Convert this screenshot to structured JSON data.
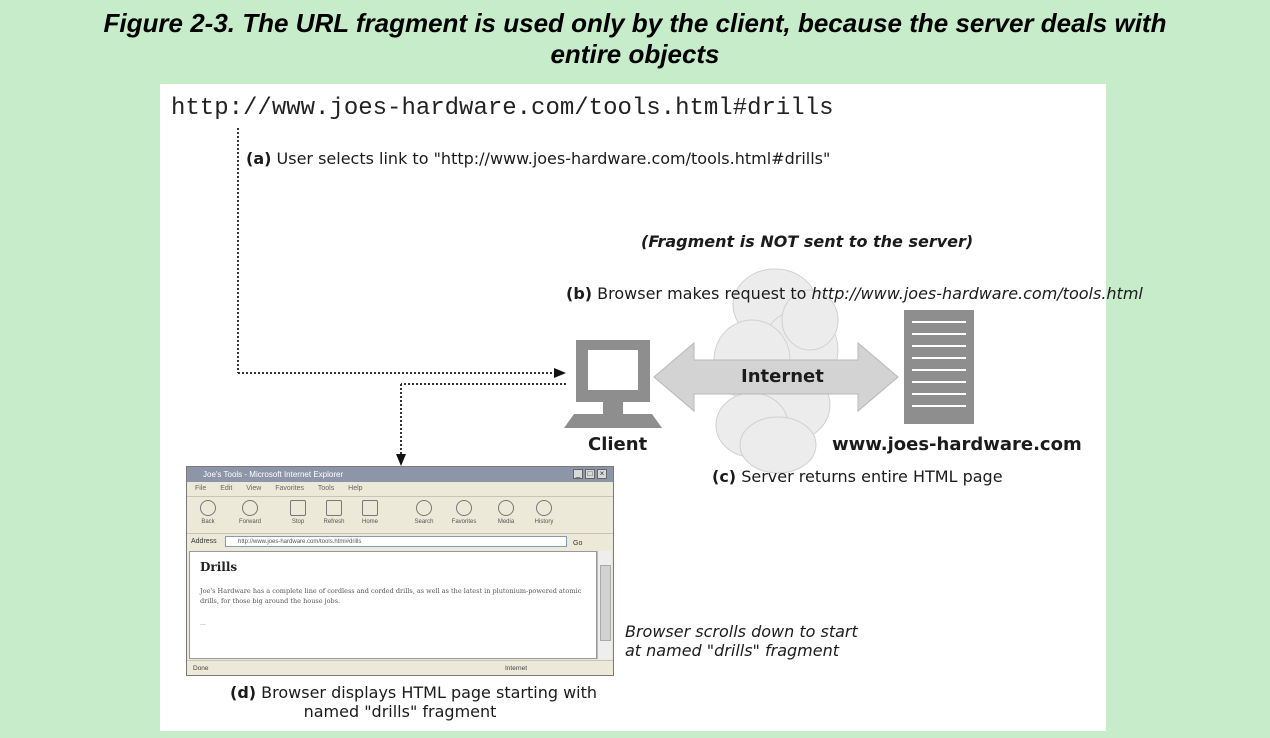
{
  "caption": {
    "line1": "Figure 2-3. The URL fragment is used only by the client, because the server deals with",
    "line2": "entire objects"
  },
  "diagram": {
    "url": "http://www.joes-hardware.com/tools.html#drills",
    "step_a_letter": "(a)",
    "step_a_text": "User selects link to \"http://www.joes-hardware.com/tools.html#drills\"",
    "fragment_note": "(Fragment is NOT sent to the server)",
    "step_b_letter": "(b)",
    "step_b_text": "Browser makes request to",
    "step_b_url": "http://www.joes-hardware.com/tools.html",
    "internet_label": "Internet",
    "client_label": "Client",
    "server_label": "www.joes-hardware.com",
    "step_c_letter": "(c)",
    "step_c_text": "Server returns entire HTML page",
    "scroll_note_line1": "Browser scrolls down to start",
    "scroll_note_line2": "at named \"drills\" fragment",
    "step_d_letter": "(d)",
    "step_d_line1": "Browser displays HTML page starting with",
    "step_d_line2": "named \"drills\" fragment"
  },
  "mini_browser": {
    "title": "Joe's Tools - Microsoft Internet Explorer",
    "menu": [
      "File",
      "Edit",
      "View",
      "Favorites",
      "Tools",
      "Help"
    ],
    "toolbar": [
      "Back",
      "Forward",
      "Stop",
      "Refresh",
      "Home",
      "Search",
      "Favorites",
      "Media",
      "History"
    ],
    "address_label": "Address",
    "address_value": "http://www.joes-hardware.com/tools.html#drills",
    "go_label": "Go",
    "heading": "Drills",
    "body": "Joe's Hardware has a complete line of cordless and corded drills, as well as the latest in plutonium-powered atomic drills, for those big around the house jobs.",
    "ellipsis": "...",
    "status_left": "Done",
    "status_zone": "Internet"
  },
  "colors": {
    "background": "#c6ecca",
    "arrow_fill": "#d3d3d3",
    "cloud_fill": "#ececec",
    "device_gray": "#909090"
  }
}
